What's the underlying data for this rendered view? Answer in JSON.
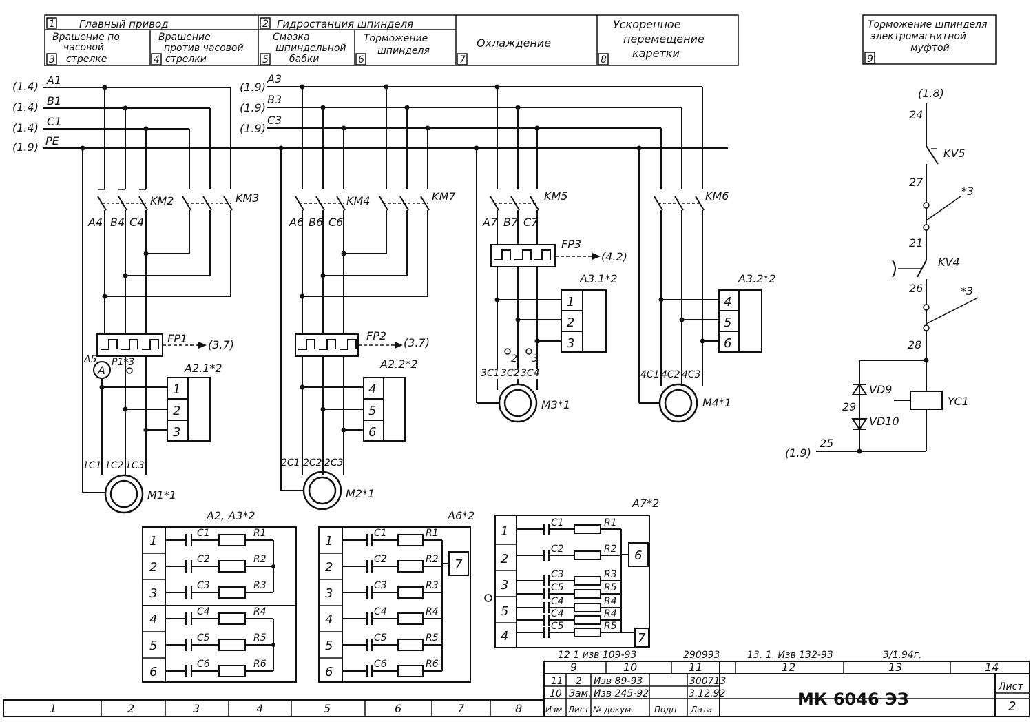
{
  "header": {
    "cells": [
      {
        "num": "1",
        "text": "Главный привод"
      },
      {
        "num": "2",
        "text": "Гидростанция шпинделя"
      },
      {
        "num": "3",
        "text": "Вращение по часовой стрелке"
      },
      {
        "num": "4",
        "text": "Вращение против часовой стрелки"
      },
      {
        "num": "5",
        "text": "Смазка шпиндельной бабки"
      },
      {
        "num": "6",
        "text": "Торможение шпинделя"
      },
      {
        "num": "7",
        "text": "Охлаждение"
      },
      {
        "num": "8",
        "text": "Ускоренное перемещение каретки"
      },
      {
        "num": "9",
        "text": "Торможение шпинделя электромагнитной муфтой"
      }
    ],
    "lines": {
      "c3": [
        "Вращение по",
        "часовой",
        "стрелке"
      ],
      "c4": [
        "Вращение",
        "против часовой",
        "стрелки"
      ],
      "c5": [
        "Смазка",
        "шпиндельной",
        "бабки"
      ],
      "c6": [
        "Торможение",
        "шпинделя"
      ],
      "c8": [
        "Ускоренное",
        "перемещение",
        "каретки"
      ],
      "c9": [
        "Торможение шпинделя",
        "электромагнитной",
        "муфтой"
      ]
    }
  },
  "bus": {
    "left": [
      {
        "ref": "(1.4)",
        "name": "A1"
      },
      {
        "ref": "(1.4)",
        "name": "B1"
      },
      {
        "ref": "(1.4)",
        "name": "C1"
      },
      {
        "ref": "(1.9)",
        "name": "PE"
      }
    ],
    "right": [
      {
        "ref": "(1.9)",
        "name": "A3"
      },
      {
        "ref": "(1.9)",
        "name": "B3"
      },
      {
        "ref": "(1.9)",
        "name": "C3"
      }
    ]
  },
  "contactors": [
    "KM2",
    "KM3",
    "KM4",
    "KM7",
    "KM5",
    "KM6"
  ],
  "wires": {
    "m1_top": [
      "A4",
      "B4",
      "C4"
    ],
    "m2_top": [
      "A6",
      "B6",
      "C6"
    ],
    "m3_top": [
      "A7",
      "B7",
      "C7"
    ],
    "m1_bot": [
      "1C1",
      "1C2",
      "1C3"
    ],
    "m2_bot": [
      "2C1",
      "2C2",
      "2C3"
    ],
    "m3_bot": [
      "3C1",
      "3C2",
      "3C4"
    ],
    "m4_bot": [
      "4C1",
      "4C2",
      "4C3"
    ]
  },
  "relays": [
    {
      "name": "FP1",
      "ref": "(3.7)"
    },
    {
      "name": "FP2",
      "ref": "(3.7)"
    },
    {
      "name": "FP3",
      "ref": "(4.2)"
    }
  ],
  "motors": [
    "M1*1",
    "M2*1",
    "M3*1",
    "M4*1"
  ],
  "ammeter": {
    "symbol": "A",
    "a5": "A5",
    "p1": "P1*3"
  },
  "m3_marks": [
    "2",
    "3"
  ],
  "blocks": [
    {
      "name": "A2.1*2",
      "pins": [
        "1",
        "2",
        "3"
      ]
    },
    {
      "name": "A2.2*2",
      "pins": [
        "4",
        "5",
        "6"
      ]
    },
    {
      "name": "A3.1*2",
      "pins": [
        "1",
        "2",
        "3"
      ]
    },
    {
      "name": "A3.2*2",
      "pins": [
        "4",
        "5",
        "6"
      ]
    }
  ],
  "brake": {
    "ref_top": "(1.8)",
    "nodes": [
      "24",
      "27",
      "21",
      "26",
      "28",
      "29",
      "25"
    ],
    "kv5": "KV5",
    "kv4": "KV4",
    "star3a": "*3",
    "star3b": "*3",
    "vd9": "VD9",
    "vd10": "VD10",
    "yc1": "YC1",
    "ref_bot": "(1.9)"
  },
  "rc_a2a3": {
    "title": "A2, A3*2",
    "rows": [
      "1",
      "2",
      "3",
      "4",
      "5",
      "6"
    ],
    "caps": [
      "C1",
      "C2",
      "C3",
      "C4",
      "C5",
      "C6"
    ],
    "res": [
      "R1",
      "R2",
      "R3",
      "R4",
      "R5",
      "R6"
    ]
  },
  "rc_a6": {
    "title": "A6*2",
    "rows": [
      "1",
      "2",
      "3",
      "4",
      "5",
      "6"
    ],
    "caps": [
      "C1",
      "C2",
      "C3",
      "C4",
      "C5",
      "C6"
    ],
    "res": [
      "R1",
      "R2",
      "R3",
      "R4",
      "R5",
      "R6"
    ],
    "out": "7"
  },
  "rc_a7": {
    "title": "A7*2",
    "rows": [
      "1",
      "2",
      "3",
      "5",
      "4"
    ],
    "caps": [
      "C1",
      "C2",
      "C3",
      "C5",
      "C4",
      "C4",
      "C5"
    ],
    "res": [
      "R1",
      "R2",
      "R3",
      "R5",
      "R4",
      "R4",
      "R5"
    ],
    "out_a": "6",
    "out_b": "7"
  },
  "revisions": {
    "handwritten_a": "12   1  изв 109-93",
    "date_a": "290993",
    "handwritten_b": "13. 1. Изв 132-93",
    "date_b": "3/1.94г.",
    "zone_cols": [
      "9",
      "10",
      "11",
      "12",
      "13",
      "14"
    ],
    "row1": [
      "11",
      "2",
      "Изв 89-93",
      "",
      "300713"
    ],
    "row2": [
      "10",
      "Зам.",
      "Изв 245-92",
      "",
      "3.12.92"
    ],
    "legend": [
      "Изм.",
      "Лист",
      "№ докум.",
      "Подп",
      "Дата"
    ]
  },
  "stamp": {
    "code": "МК 6046 ЭЗ",
    "sheet_label": "Лист",
    "sheet_no": "2"
  },
  "bottom_cols": [
    "1",
    "2",
    "3",
    "4",
    "5",
    "6",
    "7",
    "8"
  ]
}
